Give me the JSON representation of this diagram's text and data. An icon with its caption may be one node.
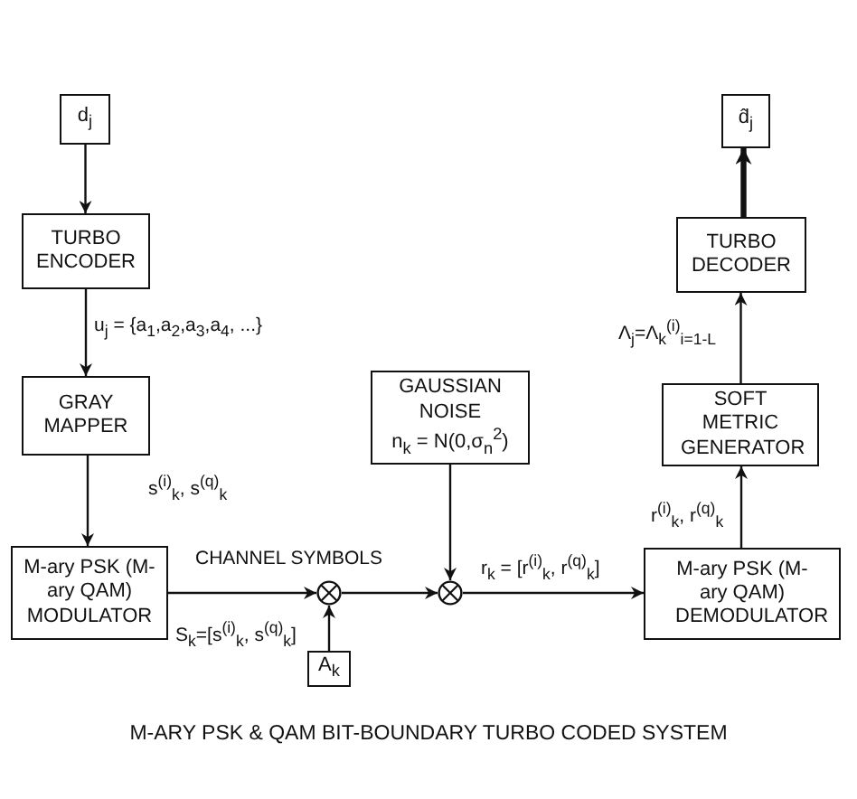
{
  "diagram": {
    "caption": "M-ARY PSK & QAM BIT-BOUNDARY TURBO CODED SYSTEM",
    "nodes": [
      {
        "text": [
          "d$_{j}$"
        ]
      },
      {
        "text": [
          "TURBO ENCODER"
        ]
      },
      {
        "text": [
          "GRAY MAPPER"
        ]
      },
      {
        "text": [
          "M-ary PSK (M-ary QAM) MODULATOR"
        ]
      },
      {
        "text": [],
        "shape": "circle"
      },
      {
        "text": [
          "A$_{k}$"
        ]
      },
      {
        "text": [
          "GAUSSIAN NOISE",
          "n$_{k}$ = N(0,σ$_{n}$$^{2}$)"
        ]
      },
      {
        "text": [],
        "shape": "circle"
      },
      {
        "text": [
          "M-ary PSK (M-ary QAM) DEMODULATOR"
        ]
      },
      {
        "text": [
          "SOFT METRIC GENERATOR"
        ]
      },
      {
        "text": [
          "TURBO DECODER"
        ]
      },
      {
        "text": [
          "d̂$_{j}$"
        ]
      }
    ],
    "edges": [
      {
        "from": 0,
        "to": 1,
        "arrow": "to"
      },
      {
        "from": 1,
        "to": 2,
        "arrow": "to",
        "label": "u$_{j}$ = {a$_{1}$,a$_{2}$,a$_{3}$,a$_{4}$, ...}"
      },
      {
        "from": 2,
        "to": 3,
        "arrow": "to",
        "label": "s$^{(i)}$$_{k}$, s$^{(q)}$$_{k}$"
      },
      {
        "from": 3,
        "to": 4,
        "arrow": "to",
        "label": "CHANNEL SYMBOLS"
      },
      {
        "from": 5,
        "to": 4,
        "arrow": "to"
      },
      {
        "from": 4,
        "to": 7,
        "arrow": "to"
      },
      {
        "from": 6,
        "to": 7,
        "arrow": "to"
      },
      {
        "from": 7,
        "to": 8,
        "arrow": "to",
        "label": "r$_{k}$ = [r$^{(i)}$$_{k}$, r$^{(q)}$$_{k}$]"
      },
      {
        "from": 8,
        "to": 9,
        "arrow": "to",
        "label": "r$^{(i)}$$_{k}$, r$^{(q)}$$_{k}$"
      },
      {
        "from": 9,
        "to": 10,
        "arrow": "to",
        "label": "Λ$_{j}$=Λ$_{k}$$^{(i)}$$_{i=1-L}$"
      },
      {
        "from": 10,
        "to": 11,
        "arrow": "to",
        "style": "thick"
      }
    ],
    "labels": [
      "S$_{k}$=[s$^{(i)}$$_{k}$, s$^{(q)}$$_{k}$]"
    ]
  }
}
